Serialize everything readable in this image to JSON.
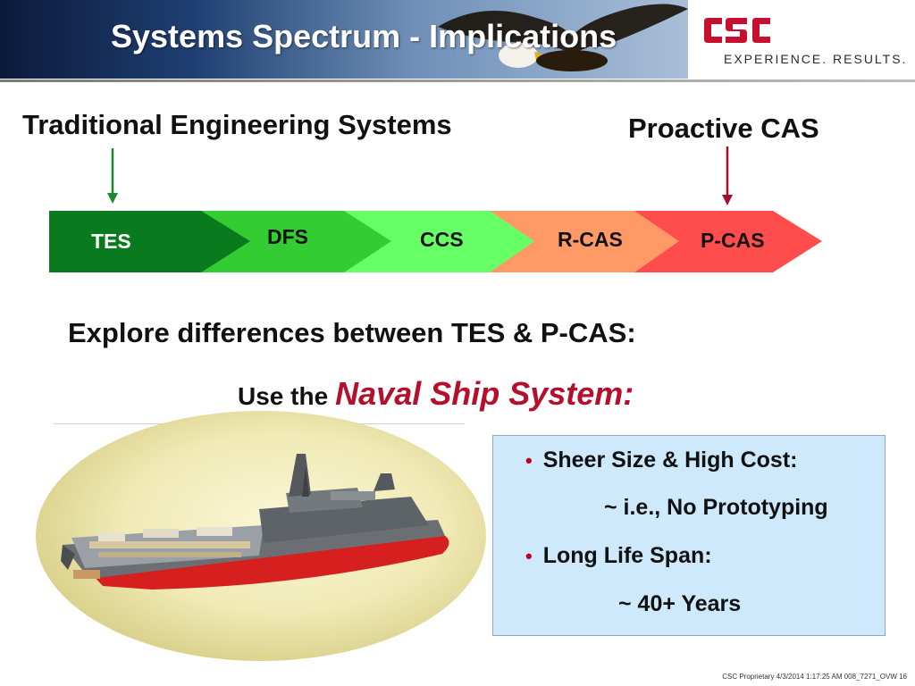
{
  "header": {
    "title": "Systems Spectrum - Implications",
    "logo_text": "CSC",
    "tagline": "EXPERIENCE. RESULTS."
  },
  "spectrum": {
    "left_label": "Traditional Engineering Systems",
    "right_label": "Proactive CAS",
    "segments": [
      {
        "label": "TES",
        "color": "#0a7a1e",
        "text_color": "#ffffff"
      },
      {
        "label": "DFS",
        "color": "#33cc33",
        "text_color": "#111111"
      },
      {
        "label": "CCS",
        "color": "#66ff66",
        "text_color": "#111111"
      },
      {
        "label": "R-CAS",
        "color": "#ff9966",
        "text_color": "#111111"
      },
      {
        "label": "P-CAS",
        "color": "#ff4d4d",
        "text_color": "#111111"
      }
    ],
    "left_arrow_color": "#1f8a2a",
    "right_arrow_color": "#a0102a"
  },
  "explore_heading": "Explore differences between TES & P-CAS:",
  "use_the": {
    "prefix": "Use the",
    "emphasis": "Naval Ship System:"
  },
  "info_box": {
    "bullets": [
      {
        "text": "Sheer Size & High Cost:",
        "sub": "~ i.e., No Prototyping"
      },
      {
        "text": "Long Life Span:",
        "sub": "~ 40+ Years"
      }
    ]
  },
  "footer": "CSC Proprietary 4/3/2014 1:17:25 AM 008_7271_OVW  16",
  "colors": {
    "title": "#ffffff",
    "emphasis": "#b4102e",
    "box_bg": "#cde9fb"
  }
}
